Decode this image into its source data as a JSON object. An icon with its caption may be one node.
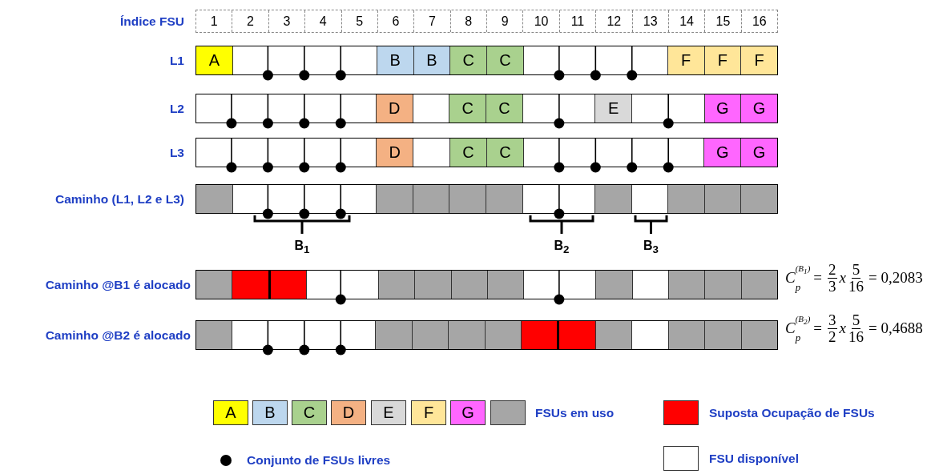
{
  "diagram": {
    "labels": [
      "Índice FSU",
      "1",
      "2",
      "3",
      "4",
      "5",
      "6",
      "7",
      "8",
      "9",
      "10",
      "11",
      "12",
      "13",
      "14",
      "15",
      "16",
      "L1",
      "A",
      "B",
      "B",
      "C",
      "C",
      "F",
      "F",
      "F",
      "L2",
      "D",
      "C",
      "C",
      "E",
      "G",
      "G",
      "L3",
      "D",
      "C",
      "C",
      "G",
      "G",
      "Caminho (L1, L2 e L3)",
      "B$_{1}$",
      "B$_{2}$",
      "B$_{3}$",
      "Caminho @B1 é alocado",
      "C",
      "p",
      "(B$_{1}$)",
      "=",
      "2",
      "3",
      "x",
      "5",
      "16",
      "= 0,2083",
      "Caminho @B2 é alocado",
      "C",
      "p",
      "(B$_{2}$)",
      "=",
      "3",
      "2",
      "x",
      "5",
      "16",
      "= 0,4688"
    ],
    "legend": [
      {
        "text": "A",
        "color": "#ffff00"
      },
      {
        "text": "B",
        "color": "#bdd7ee"
      },
      {
        "text": "C",
        "color": "#a9d18e"
      },
      {
        "text": "D",
        "color": "#f4b183"
      },
      {
        "text": "E",
        "color": "#d9d9d9"
      },
      {
        "text": "F",
        "color": "#ffe699"
      },
      {
        "text": "G",
        "color": "#ff66ff"
      },
      {
        "text": "FSUs em uso",
        "color": "#a6a6a6"
      },
      {
        "text": "Suposta Ocupação de FSUs",
        "color": "#ff0000"
      },
      {
        "text": "Conjunto de FSUs livres"
      },
      {
        "text": "FSU disponível",
        "color": "#ffffff"
      }
    ]
  }
}
